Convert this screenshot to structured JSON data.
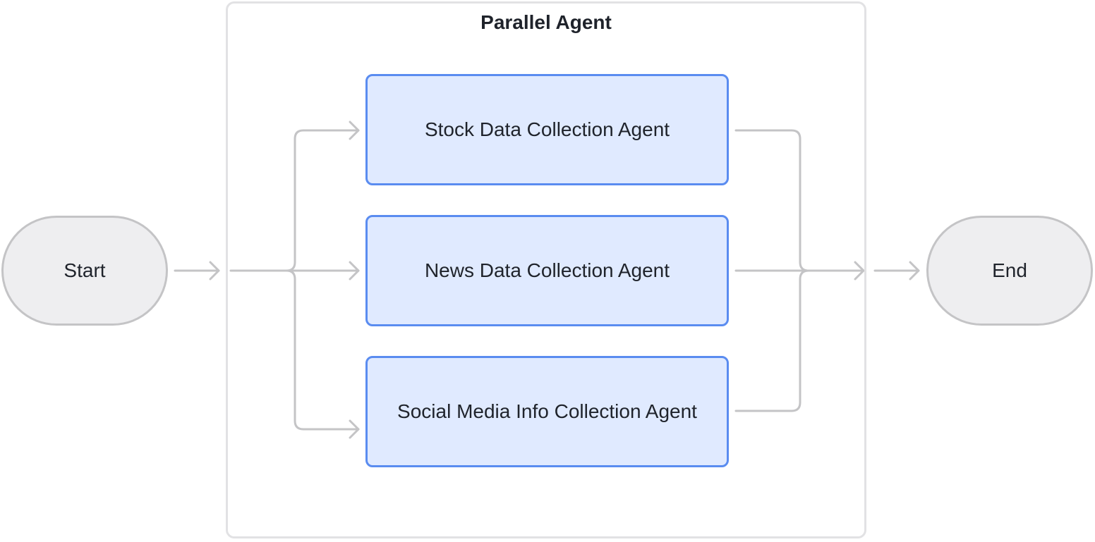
{
  "container": {
    "title": "Parallel Agent"
  },
  "start": {
    "label": "Start"
  },
  "end": {
    "label": "End"
  },
  "agents": [
    {
      "label": "Stock Data Collection Agent"
    },
    {
      "label": "News Data Collection Agent"
    },
    {
      "label": "Social Media Info Collection Agent"
    }
  ],
  "colors": {
    "connector": "#c4c4c6",
    "agent_border": "#5a8cf0",
    "agent_fill": "#e0eaff",
    "terminal_fill": "#eeeef0",
    "container_border": "#e2e2e4"
  }
}
